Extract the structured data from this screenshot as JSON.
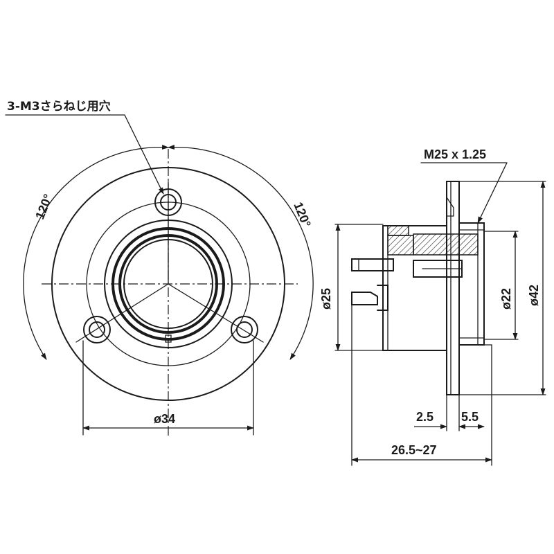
{
  "labels": {
    "hole_note": "3-M3さらねじ用穴",
    "angle_left": "120°",
    "angle_right": "120°",
    "dia_flange": "ø34",
    "thread": "M25 x 1.25",
    "dia_body": "ø25",
    "dia_thread": "ø22",
    "dia_outer": "ø42",
    "thick_flange": "2.5",
    "offset": "5.5",
    "length": "26.5~27"
  }
}
